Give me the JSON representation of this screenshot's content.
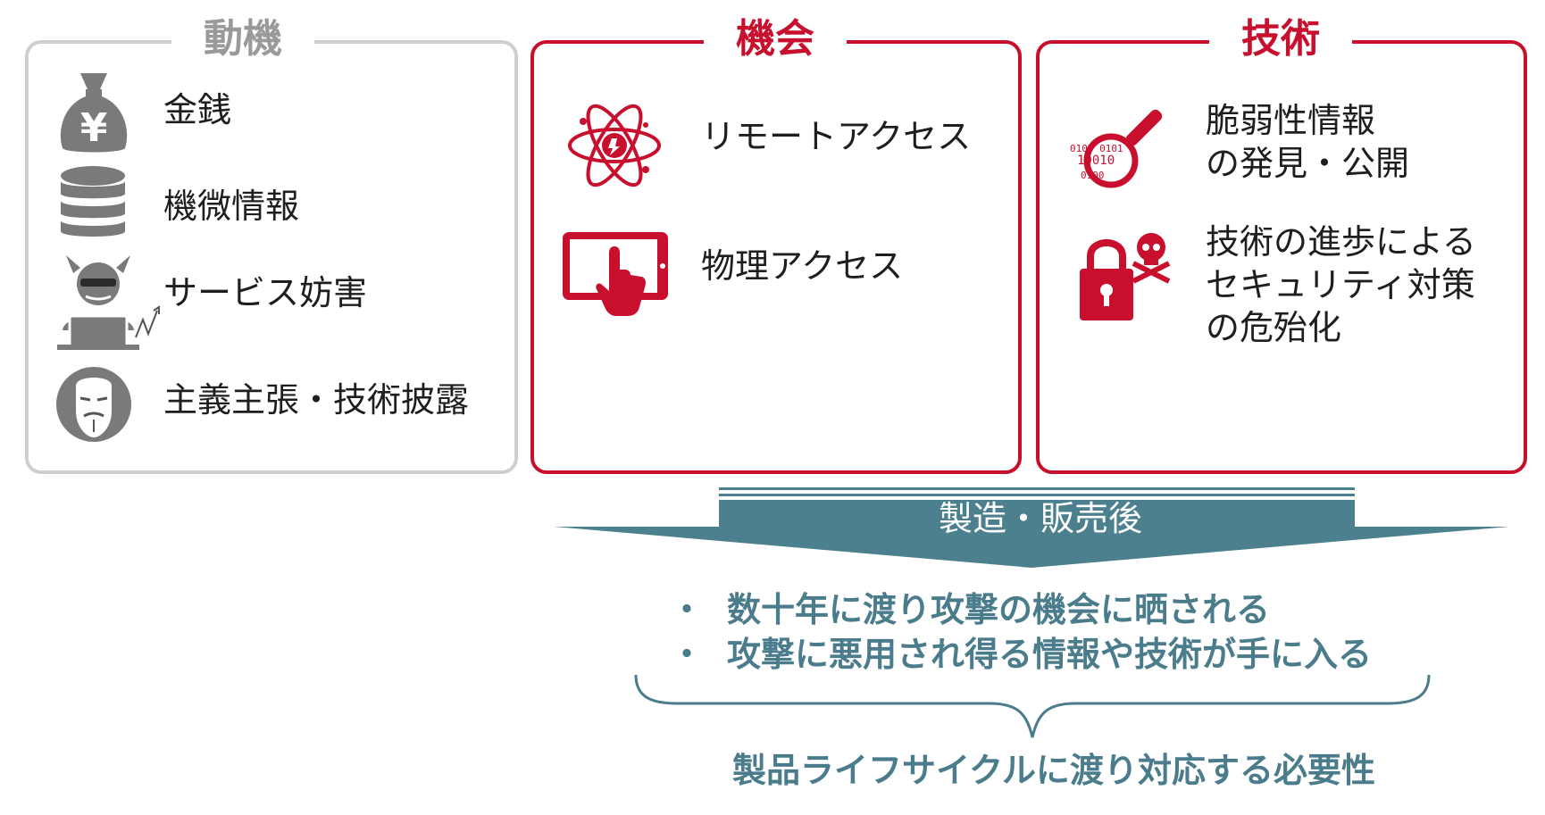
{
  "motive": {
    "title": "動機",
    "items": [
      "金銭",
      "機微情報",
      "サービス妨害",
      "主義主張・技術披露"
    ]
  },
  "opportunity": {
    "title": "機会",
    "items": [
      "リモートアクセス",
      "物理アクセス"
    ]
  },
  "technology": {
    "title": "技術",
    "items": [
      {
        "line1": "脆弱性情報",
        "line2": "の発見・公開"
      },
      {
        "line1": "技術の進歩による",
        "line2": "セキュリティ対策",
        "line3": "の危殆化"
      }
    ],
    "binary_icon_text": [
      "0100 0101",
      "10010",
      "0100"
    ]
  },
  "arrow": {
    "label": "製造・販売後"
  },
  "bullets": [
    {
      "dot": "・",
      "text": "数十年に渡り攻撃の機会に晒される"
    },
    {
      "dot": "・",
      "text": "攻撃に悪用され得る情報や技術が手に入る"
    }
  ],
  "conclusion": "製品ライフサイクルに渡り対応する必要性",
  "colors": {
    "red": "#c8102e",
    "gray_icon": "#7a7a7a",
    "gray_border": "#cfcfcf",
    "teal_arrow": "#4d808e",
    "teal_text": "#4b7c8c"
  }
}
